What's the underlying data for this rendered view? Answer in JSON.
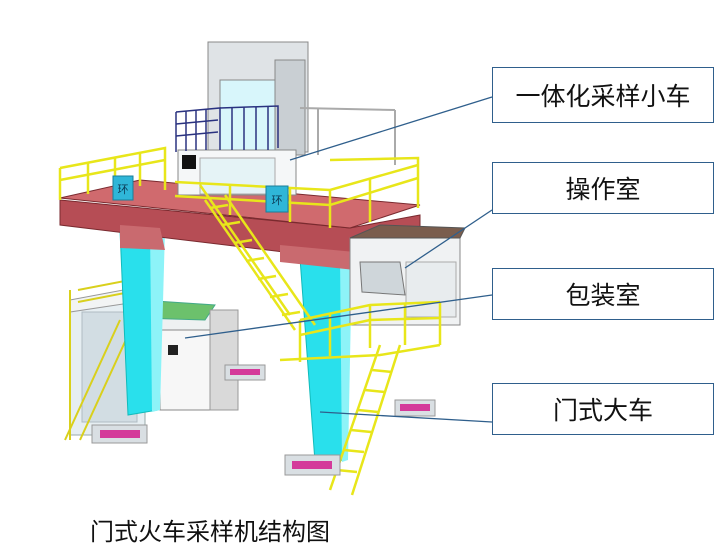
{
  "callouts": {
    "sampling_trolley": "一体化采样小车",
    "operation_room": "操作室",
    "packaging_room": "包装室",
    "gantry_cart": "门式大车"
  },
  "caption": "门式火车采样机结构图",
  "machine_labels": {
    "sign_left": "环",
    "sign_right": "环"
  },
  "colors": {
    "leg_cyan": "#29e0ec",
    "beam_red": "#c0504d",
    "rail_yellow": "#e8e61a",
    "callout_border": "#2f5f8c",
    "leader_line": "#2f5f8c",
    "wheel_magenta": "#d43a9a"
  }
}
